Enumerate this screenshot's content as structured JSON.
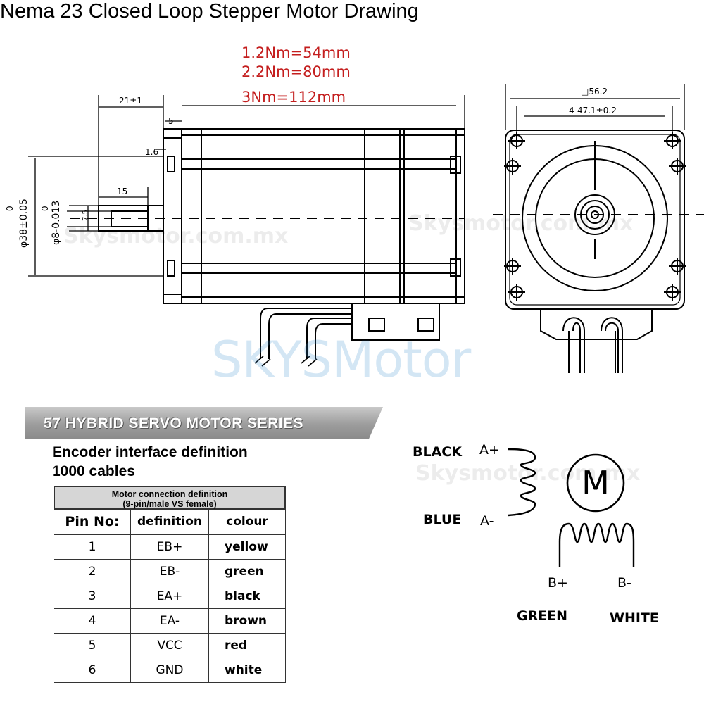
{
  "title": "Nema 23 Closed Loop Stepper Motor Drawing",
  "lengths": [
    "1.2Nm=54mm",
    "2.2Nm=80mm",
    "3Nm=112mm"
  ],
  "dimensions": {
    "shaft_length": "21±1",
    "flange_thick": "5",
    "step": "1.6",
    "key_length": "15",
    "key_width": "7.5",
    "boss_tol_top": "0",
    "boss_dia": "φ38±0.05",
    "shaft_tol_top": "0",
    "shaft_dia": "φ8-0.013",
    "square": "□56.2",
    "holes": "4-47.1±0.2"
  },
  "watermark": {
    "brand": "SKYSMotor",
    "site": "Skysmotor.com.mx"
  },
  "series_title": "57 HYBRID SERVO MOTOR SERIES",
  "encoder_title": "Encoder interface definition",
  "cables": "1000 cables",
  "table": {
    "caption_line1": "Motor connection definition",
    "caption_line2": "(9-pin/male VS female)",
    "headers": [
      "Pin No:",
      "definition",
      "colour"
    ],
    "rows": [
      {
        "pin": "1",
        "def": "EB+",
        "colour": "yellow"
      },
      {
        "pin": "2",
        "def": "EB-",
        "colour": "green"
      },
      {
        "pin": "3",
        "def": "EA+",
        "colour": "black"
      },
      {
        "pin": "4",
        "def": "EA-",
        "colour": "brown"
      },
      {
        "pin": "5",
        "def": "VCC",
        "colour": "red"
      },
      {
        "pin": "6",
        "def": "GND",
        "colour": "white"
      }
    ]
  },
  "wiring": {
    "black": "BLACK",
    "blue": "BLUE",
    "green": "GREEN",
    "white": "WHITE",
    "a_plus": "A+",
    "a_minus": "A-",
    "b_plus": "B+",
    "b_minus": "B-",
    "motor": "M"
  },
  "colors": {
    "lengths_red": "#c41e1e",
    "watermark_blue": "#3a8fd0",
    "banner_grey": "#9c9c9c"
  }
}
